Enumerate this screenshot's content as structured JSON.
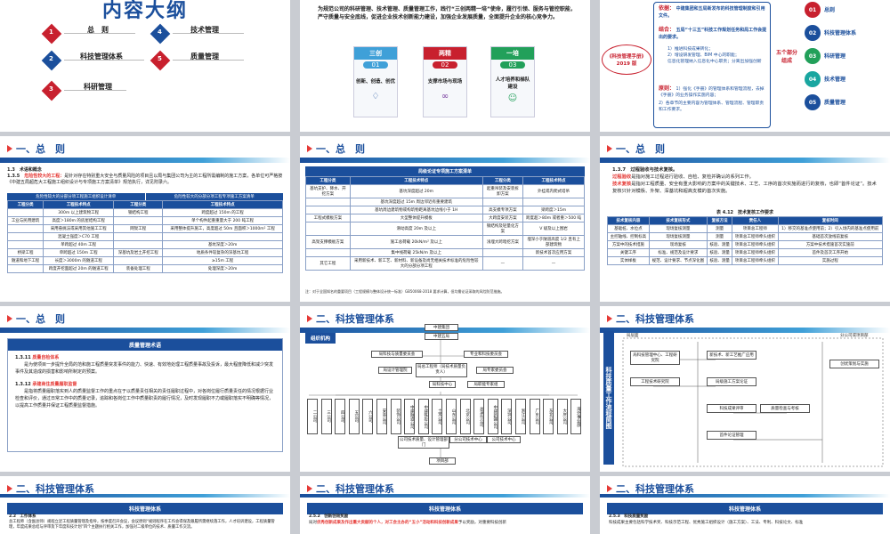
{
  "s1": {
    "title": "内容大纲",
    "items": [
      {
        "num": "1",
        "label": "总　则"
      },
      {
        "num": "2",
        "label": "科技管理体系"
      },
      {
        "num": "3",
        "label": "科研管理"
      },
      {
        "num": "4",
        "label": "技术管理"
      },
      {
        "num": "5",
        "label": "质量管理"
      }
    ]
  },
  "s2": {
    "intro": "为规范公司的科研管理、技术管理、质量管理工作，践行“三创两精一培”使命，履行引领、服务与管控职能，严守质量与安全底线，促进企业技术创新能力建设，加强企业发展质量，全面提升企业的核心竞争力。",
    "cards": [
      {
        "head": "三创",
        "num": "01",
        "text": "创新、创造、创优"
      },
      {
        "head": "两精",
        "num": "02",
        "text": "支撑市场与现场"
      },
      {
        "head": "一培",
        "num": "03",
        "text": "人才培养和梯队建设"
      }
    ]
  },
  "s3": {
    "basis_label": "依据：",
    "basis_text": "中建集团和五局新发布的科技管理制度和引用文件。",
    "combine_label": "结合：",
    "combine_text": "五局“十三五”科技工作规划任务和局工作会提出的要求。",
    "goals": [
      "1）推进科技成果转化；",
      "2）增设研发管理、BIM 中心的职能；",
      "信息化管理纳入信息化中心职责；分离出加强创新"
    ],
    "manual": "《科技管理手册》2019 版",
    "principle_label": "原则：",
    "principles": [
      "1）强化《手册》的管理体系和管理流程，去掉《手册》的业务操作实施内容；",
      "2）各章节的主要内容为管理体系、管理流程、管理职责和工作要求。"
    ],
    "five": "五个部分组成",
    "parts": [
      {
        "num": "01",
        "label": "总则"
      },
      {
        "num": "02",
        "label": "科技管理体系"
      },
      {
        "num": "03",
        "label": "科研管理"
      },
      {
        "num": "04",
        "label": "技术管理"
      },
      {
        "num": "05",
        "label": "质量管理"
      }
    ]
  },
  "s4": {
    "section": "一、总　则",
    "sub": "1.3　术语和概念",
    "term": "1.3.5　",
    "term_hl": "危险性较大的工程：",
    "term_text": "是针对存在特别重大安全与质量风险的项目且以局与集团公司为主的工程所需编制的施工方案，各单位可严格按《中建五局超危大工程施工组织设计与专项施工方案清单》规范执行，详见附录六。",
    "left_head": "危险性较大的分部分项工程施工组织设计清单",
    "right_head": "危险性较大的分部分项工程专项施工方案清单",
    "cols": [
      "工程分类",
      "工程技术特点",
      "工程分类",
      "工程技术特点"
    ],
    "rows": [
      [
        "",
        "300m 以上建筑物工程",
        "钢结构工程",
        "跨度超过 150m 的工程"
      ],
      [
        "工业与民用建筑",
        "高度＞180m 的房屋结构工程",
        "",
        "单个构件起重重量大于 200 吨工程"
      ],
      [
        "",
        "采用悬挑法或采用其他施工工程",
        "网架工程",
        "采用整体提升施工，高度超过 50m 且面积＞1000m² 工程"
      ],
      [
        "",
        "混凝土强度＞C70 工程",
        "",
        ""
      ],
      [
        "",
        "单跨超过 40m 工程",
        "",
        "基坑深度＞20m"
      ],
      [
        "桥梁工程",
        "单跨超过 150m 工程",
        "深基坑及岩土开挖工程",
        "地质条件较复杂的深基坑工程"
      ],
      [
        "隧道和地下工程",
        "长度＞3000m 的隧道工程",
        "",
        "≥15m 工程"
      ],
      [
        "",
        "跨度开挖面超过 20m 的隧道工程",
        "装备处理工程",
        "处理深度＞20m"
      ]
    ]
  },
  "s5": {
    "section": "一、总　则",
    "table_head": "局级论证专项施工方案清单",
    "cols": [
      "工程分类",
      "工程技术特点",
      "工程分类",
      "工程技术特点"
    ],
    "rows": [
      [
        "基坑支护、降水、开挖方案",
        "基坑深度超过 20m",
        "起重吊装及安装拆卸方案",
        "外挂或内爬式塔吊"
      ],
      [
        "",
        "基坑深度超过 15m 周边邻近有重要建筑",
        "",
        ""
      ],
      [
        "",
        "基坑周边建筑物或构筑物距离基坑边线小于 1H",
        "高支模专项方案",
        "梁跨度＞15m"
      ],
      [
        "工程式模板方案",
        "大型整体提升模板",
        "大跨度安装方案",
        "跨度超＞80m 或者重＞500 吨"
      ],
      [
        "",
        "滑动高度 20m 及以上",
        "钢结构及轻量化方案",
        "V 级及以上围岩"
      ],
      [
        "高架支撑模板方案",
        "施工总荷载 20kN/m² 及以上",
        "浅埋大跨暗挖方案",
        "埋深小于隧道高度 1/2 且有上部建筑物"
      ],
      [
        "",
        "集中线荷载 25kN/m 及以上",
        "",
        "新技术首次应用方案"
      ],
      [
        "其它工程",
        "采用新技术、新工艺、新材料、新设备及尚无相关技术标准的危险性较大的分部分项工程",
        "—",
        "—"
      ]
    ],
    "note": "注：对于全国知名的重要项目（工程规模与整体设计统一标准）GB50068-2018 要求计算，但均需论证采取的风险防范措施。"
  },
  "s6": {
    "section": "一、总　则",
    "para1": "1.3.7　过程验收与技术复核。",
    "hl1": "过程验收",
    "t1": "是指对施工过程进行验收、自检、复检并确认的系列工作。",
    "hl2": "技术复核",
    "t2": "是指对工程质量、安全有重大影响的方案中的关键技术、工艺、工序的首次实施而进行的复核，也即“首件论证”。技术复核只针对模板、外架、深基坑和超高支模的首次实施。",
    "caption": "表 4.12　技术复核工作要求",
    "cols": [
      "技术复核内容",
      "技术复核形式",
      "复核方法",
      "责任人",
      "复核时间"
    ],
    "rows": [
      [
        "基础桩、水位点",
        "现场复核测量",
        "测量",
        "项目总工程师",
        "1）移交的基准点使用前；2）引入场内的基准点使用前"
      ],
      [
        "主控轴线、控制标高",
        "现场复核测量",
        "测量",
        "项目总工程师牵头组织",
        "基础首次放线前复核"
      ],
      [
        "方案中的技术措施",
        "现场复核",
        "核验、测量",
        "项目总工程师牵头组织",
        "方案中技术措施首次实施前"
      ],
      [
        "关键工序",
        "标准、规范及设计要求",
        "核验、测量",
        "项目总工程师牵头组织",
        "首件及首次工序开始"
      ],
      [
        "实体样板",
        "规范、设计要求、节点深化图",
        "核验、测量",
        "项目总工程师牵头组织",
        "实施过程"
      ]
    ]
  },
  "s7": {
    "section": "一、总　则",
    "head": "质量管理术语",
    "t1": "1.3.11",
    "t1_hl": "质量自检体系",
    "p1": "是为使项目一步提升全局的范和施工程质量突发事件的能力、快速、有效地处理工程质量事故及投诉，最大程度降低和减少突发事件及其造成的损害和影响所制定的预案。",
    "t2": "1.3.12",
    "t2_hl": "承建商住质量履职监督",
    "p2": "是指将质量履职落实到人的质量监督工作的重点在于以质量责任相关的责任履职过程中，对各岗位履行质量责任的情况根据行业检查和评价，通过日常工作中的质量记录，追踪和各岗位工作中质量职责的履行情况，及时发现履职不力或履职落实不明确等情况，以提高工作质量并保证工程质量监督措施。"
  },
  "s8": {
    "section": "二、科技管理体系",
    "tag": "组织机构",
    "top": "中建集团",
    "l2": "中建五局",
    "a1": "局科技与质量委员会",
    "a2": "专业和科技委员会",
    "mid": "局总工程师（局技术质量负责人）",
    "b1": "局设计管理院",
    "b2": "局专家委员会",
    "b3": "局科技中心",
    "b4": "局职能专家组",
    "cols": [
      "二公司",
      "三公司",
      "四公司",
      "五公司",
      "六公司",
      "安装公司",
      "装饰公司",
      "中建隧道公司",
      "中建铁投公司",
      "土木公司",
      "山东公司",
      "北京公司",
      "总承包公司",
      "中建新疆公司",
      "深圳公司",
      "浙江公司",
      "广东公司",
      "东北公司",
      "大庆公司",
      "海外事业部"
    ],
    "c1": "公司技术质量、设计管理部门",
    "c2": "分公司技术中心",
    "c3": "公司技术中心",
    "foot": "项目部"
  },
  "s9": {
    "section": "二、科技管理体系",
    "side": "科技质量工作流程简图",
    "left_head": "局层面",
    "right_head": "分公司或项目部",
    "boxes": [
      "局科技管理中心、工程研究院",
      "工程技术研究院",
      "新技术、新工艺推广应用",
      "局级施工方案论证",
      "科技成果评审",
      "质量检查与考核",
      "首件论证管理",
      "创优策划与实施"
    ]
  },
  "s10": {
    "section": "二、科技管理体系",
    "head": "科技管理体系",
    "sub": "2.2　工作体系",
    "text": "总工程师（含副总师）规程立足工程质量管理及指导，按季度召开会议，会议原则“规则程序在工作会得保及跟履所需继续落工作，人才培训建设，工程质量管理，年度成果总结与评审及下年度科技计划”四个主题执行相关工作，加强对二级单位的技术、质量工作交流。"
  },
  "s11": {
    "section": "二、科技管理体系",
    "head": "科技管理体系",
    "sub": "2.5.2　创新创效奖励",
    "pre": "局对",
    "hl": "优秀创新成果及作出重大贡献的个人，对工会主办的“五小”活动和科技创新成果",
    "post": "予以奖励，对重要科技创新"
  },
  "s12": {
    "section": "二、科技管理体系",
    "head": "科技管理体系",
    "sub": "2.5.3　科技质量奖励",
    "text": "科技成果主要包括科学技术奖、科技示范工程、优秀施工组织设计（施工方案）、工法、专利、科技论文、标准"
  },
  "colors": {
    "primary": "#1b4f9c",
    "accent_red": "#c8202e",
    "green": "#22a05a",
    "teal": "#19a6a0",
    "light_blue": "#3fa0d8"
  }
}
